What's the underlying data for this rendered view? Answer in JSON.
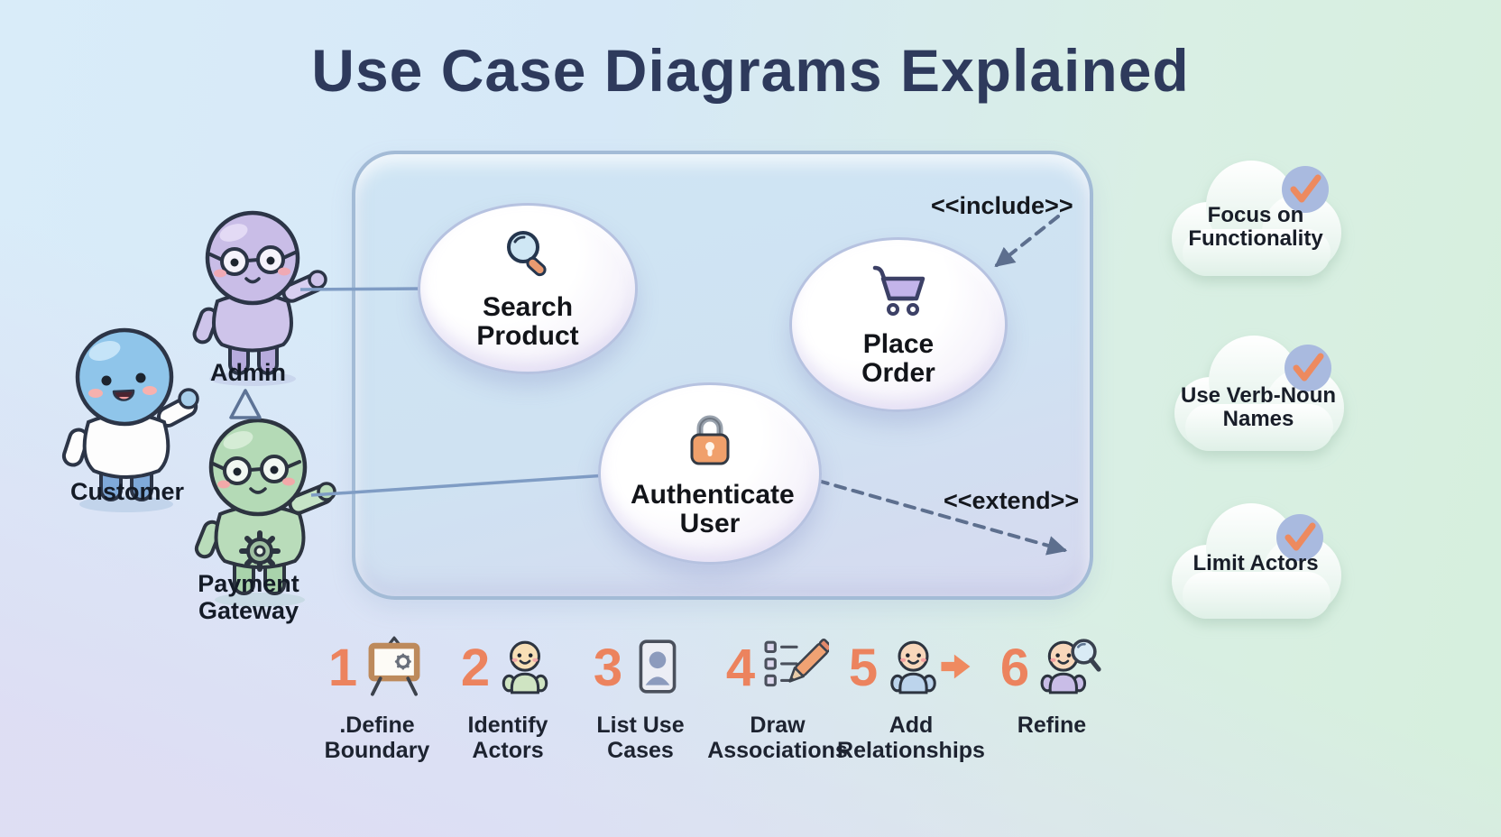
{
  "title": "Use Case Diagrams Explained",
  "actors": [
    {
      "name": "Customer",
      "color": "#8fc5ea"
    },
    {
      "name": "Admin",
      "color": "#c9bde7"
    },
    {
      "name": "Payment Gateway",
      "color": "#b4dab6"
    }
  ],
  "system": {
    "use_cases": [
      {
        "name": "Search Product",
        "icon": "magnifier-icon"
      },
      {
        "name": "Place Order",
        "icon": "cart-icon"
      },
      {
        "name": "Authenticate User",
        "icon": "lock-icon"
      }
    ],
    "relationships": [
      {
        "label": "<<include>>",
        "style": "dashed-arrow"
      },
      {
        "label": "<<extend>>",
        "style": "dashed-arrow"
      }
    ]
  },
  "tips": [
    {
      "label": "Focus on Functionality",
      "icon": "check-icon"
    },
    {
      "label": "Use Verb-Noun Names",
      "icon": "check-icon"
    },
    {
      "label": "Limit Actors",
      "icon": "check-icon"
    }
  ],
  "steps": [
    {
      "number": "1",
      "label": ".Define Boundary",
      "icon": "easel-icon"
    },
    {
      "number": "2",
      "label": "Identify Actors",
      "icon": "actor-icon"
    },
    {
      "number": "3",
      "label": "List Use Cases",
      "icon": "id-card-icon"
    },
    {
      "number": "4",
      "label": "Draw Associations",
      "icon": "checklist-pencil-icon"
    },
    {
      "number": "5",
      "label": "Add Relationships",
      "icon": "actor-arrow-icon"
    },
    {
      "number": "6",
      "label": "Refine",
      "icon": "actor-magnifier-icon"
    }
  ],
  "colors": {
    "title": "#2e3a5c",
    "step_number": "#ec835e",
    "check": "#ed8a5f",
    "boundary_border": "#a3bbd6",
    "line": "#7f9cc4",
    "dashed": "#5d6f8e"
  }
}
